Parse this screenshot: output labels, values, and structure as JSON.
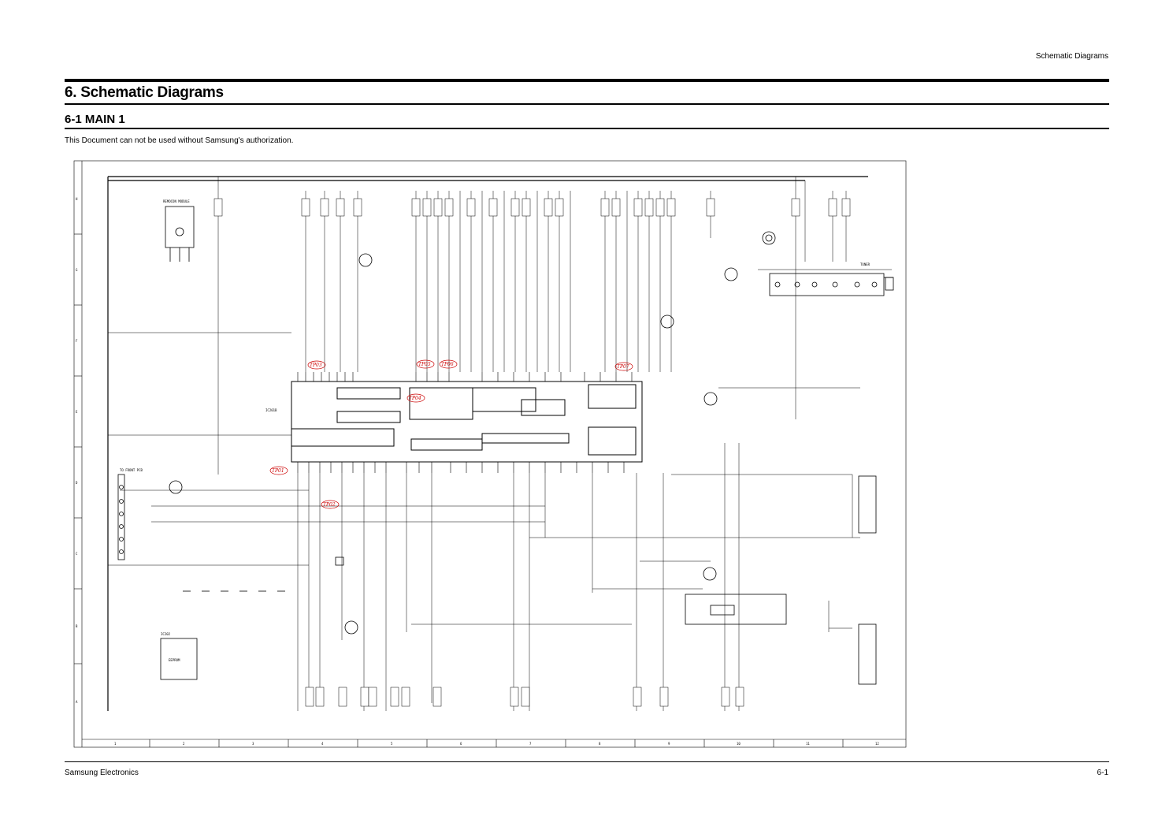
{
  "header": {
    "section_label": "Schematic Diagrams"
  },
  "title": {
    "chapter": "6. Schematic Diagrams",
    "section": "6-1 MAIN 1"
  },
  "notice": "This Document can not be used without Samsung's authorization.",
  "footer": {
    "company": "Samsung Electronics",
    "page": "6-1"
  },
  "schematic": {
    "ic_main": "IC201B",
    "ic_eeprom": "IC202",
    "eeprom_label": "EEPROM",
    "remocon": "REMOCON MODULE",
    "front_pcb": "TO FRONT PCB",
    "tuner": "TUNER",
    "test_points": [
      "TP01",
      "TP02",
      "TP03",
      "TP04",
      "TP05",
      "TP06",
      "TP07"
    ],
    "col_numbers": [
      "1",
      "2",
      "3",
      "4",
      "5",
      "6",
      "7",
      "8",
      "9",
      "10",
      "11",
      "12"
    ],
    "row_letters": [
      "H",
      "G",
      "F",
      "E",
      "D",
      "C",
      "B",
      "A"
    ]
  }
}
